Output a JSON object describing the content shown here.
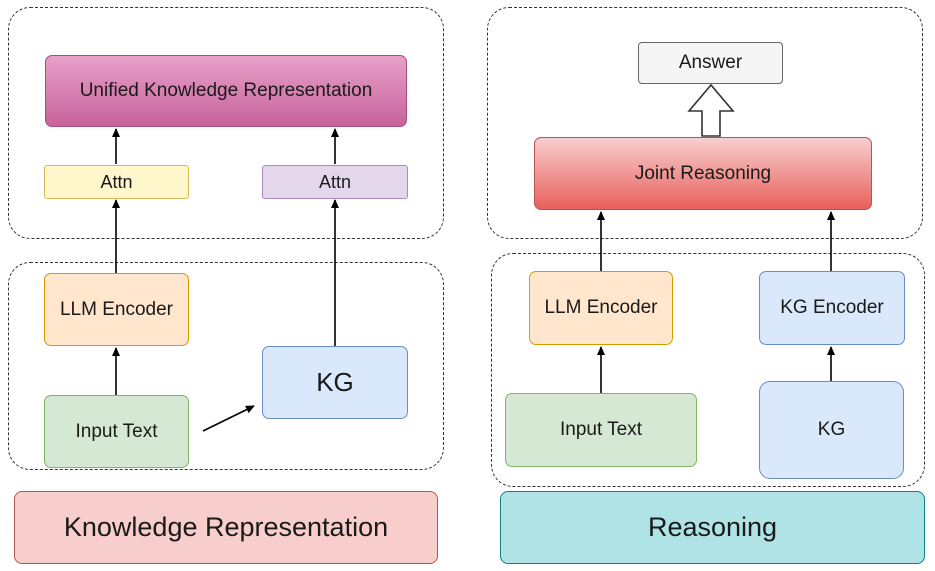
{
  "left_panel": {
    "unified": "Unified Knowledge Representation",
    "attn_left": "Attn",
    "attn_right": "Attn",
    "llm_encoder": "LLM Encoder",
    "kg": "KG",
    "input_text": "Input Text",
    "caption": "Knowledge Representation"
  },
  "right_panel": {
    "answer": "Answer",
    "joint_reasoning": "Joint Reasoning",
    "llm_encoder": "LLM Encoder",
    "kg_encoder": "KG Encoder",
    "input_text": "Input Text",
    "kg": "KG",
    "caption": "Reasoning"
  },
  "colors": {
    "unified_fill": "#c6639b",
    "attn_yellow": "#fff6cc",
    "attn_purple": "#e4d7ec",
    "llm_fill": "#ffe6cc",
    "input_fill": "#d5e8d4",
    "kg_fill": "#dae8fc",
    "joint_fill": "#e8605c",
    "caption_left_fill": "#f8cecc",
    "caption_right_fill": "#b0e3e6"
  }
}
